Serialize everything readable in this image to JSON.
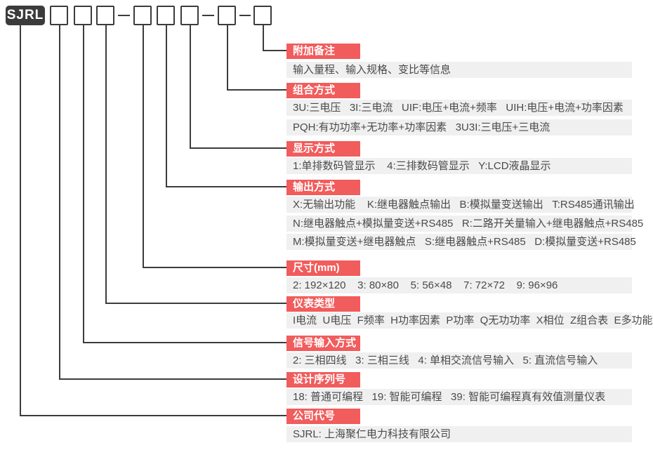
{
  "model": {
    "prefix": "SJRL"
  },
  "colors": {
    "accent_red": "#f15c5c",
    "row_bg": "#f0f0f0",
    "line": "#3c3c3c",
    "text": "#4a4a4a",
    "prefix_bg": "#3b3b3b",
    "label_text": "#ffffff"
  },
  "sections": [
    {
      "label": "附加备注",
      "rows": [
        "输入量程、输入规格、变比等信息"
      ]
    },
    {
      "label": "组合方式",
      "rows": [
        "3U:三电压   3I:三电流   UIF:电压+电流+频率   UIH:电压+电流+功率因素",
        "PQH:有功功率+无功率+功率因素   3U3I:三电压+三电流"
      ]
    },
    {
      "label": "显示方式",
      "rows": [
        "1:单排数码管显示    4:三排数码管显示   Y:LCD液晶显示"
      ]
    },
    {
      "label": "输出方式",
      "rows": [
        "X:无输出功能    K:继电器触点输出   B:模拟量变送输出   T:RS485通讯输出",
        "N:继电器触点+模拟量变送+RS485   R:二路开关量输入+继电器触点+RS485",
        "M:模拟量变送+继电器触点   S:继电器触点+RS485   D:模拟量变送+RS485"
      ]
    },
    {
      "label": "尺寸(mm)",
      "rows": [
        "2: 192×120    3: 80×80    5: 56×48    7: 72×72    9: 96×96"
      ]
    },
    {
      "label": "仪表类型",
      "rows": [
        "I电流  U电压  F频率  H功率因素  P功率  Q无功功率  X相位  Z组合表  E多功能"
      ]
    },
    {
      "label": "信号输入方式",
      "rows": [
        "2: 三相四线   3: 三相三线   4: 单相交流信号输入   5: 直流信号输入"
      ]
    },
    {
      "label": "设计序列号",
      "rows": [
        "18: 普通可编程   19: 智能可编程   39: 智能可编程真有效值测量仪表"
      ]
    },
    {
      "label": "公司代号",
      "rows": [
        "SJRL: 上海聚仁电力科技有限公司"
      ]
    }
  ]
}
